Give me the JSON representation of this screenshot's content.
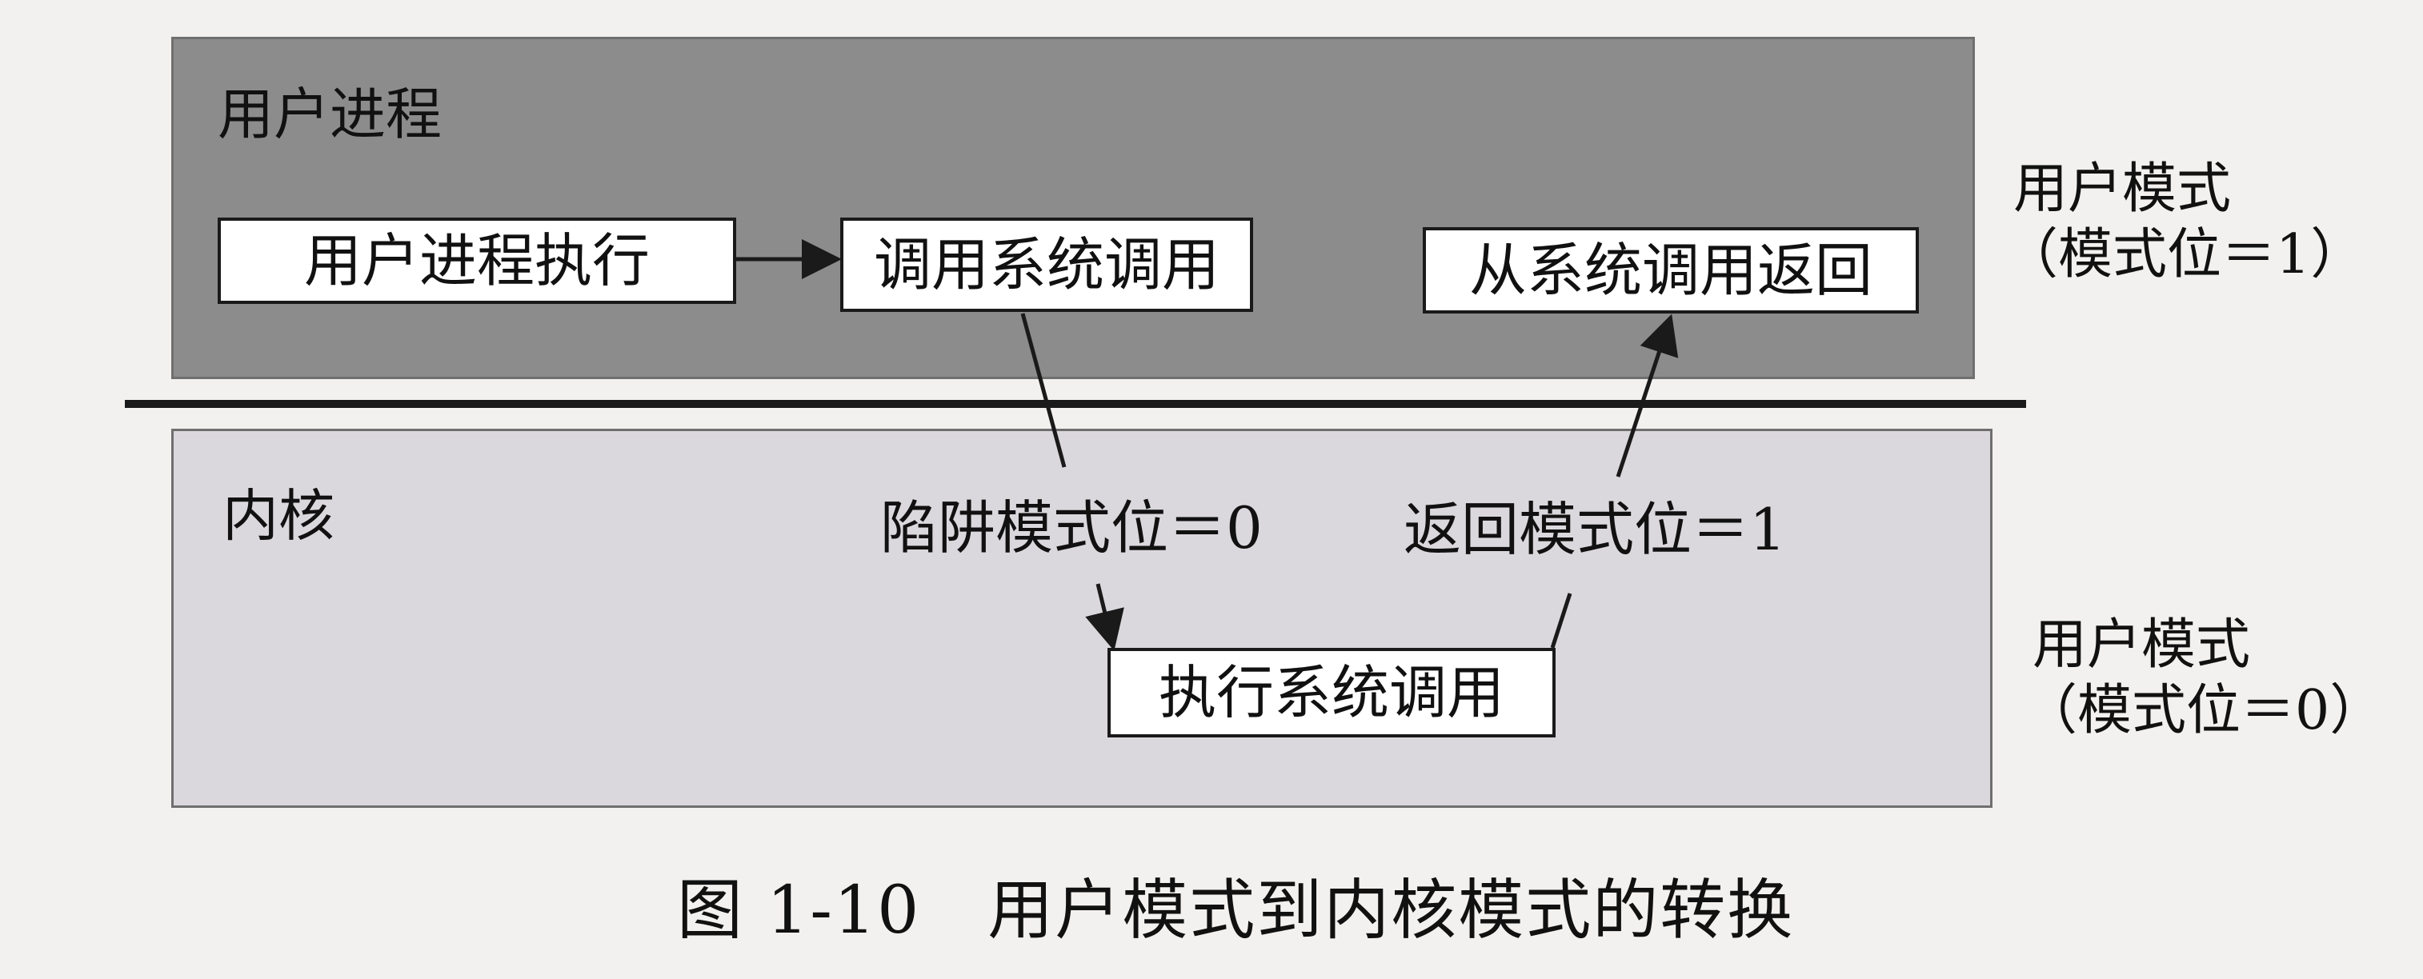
{
  "user_section": {
    "label": "用户进程",
    "box_user_exec": "用户进程执行",
    "box_call": "调用系统调用",
    "box_return": "从系统调用返回"
  },
  "kernel_section": {
    "label": "内核",
    "trap_text": "陷阱模式位＝0",
    "return_text": "返回模式位＝1",
    "box_exec": "执行系统调用"
  },
  "side_labels": {
    "top_line1": "用户模式",
    "top_line2": "（模式位＝1）",
    "bottom_line1": "用户模式",
    "bottom_line2": "（模式位＝0）"
  },
  "caption": "图 1-10　用户模式到内核模式的转换",
  "colors": {
    "user_panel": "#8c8c8c",
    "kernel_panel": "#dbd8dd",
    "line": "#1a1a1a",
    "background": "#f3f1ef"
  }
}
